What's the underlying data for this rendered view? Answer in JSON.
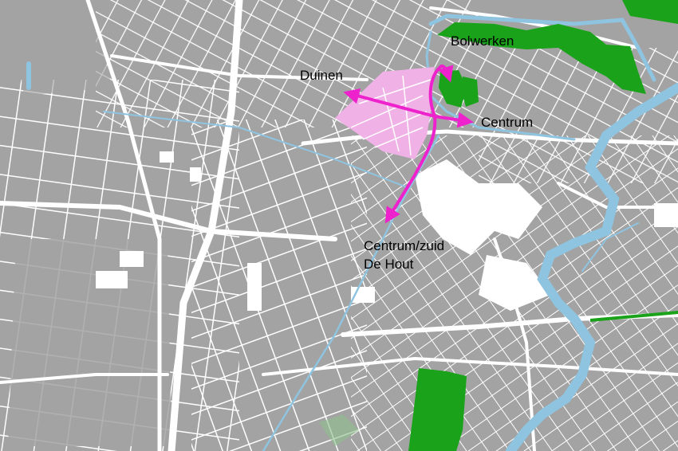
{
  "map": {
    "labels": {
      "bolwerken": "Bolwerken",
      "duinen": "Duinen",
      "centrum": "Centrum",
      "centrum_zuid": "Centrum/zuid",
      "de_hout": "De Hout"
    },
    "colors": {
      "land": "#a3a3a3",
      "street": "#ffffff",
      "water": "#8fc4e0",
      "park": "#1aa21a",
      "highlight_area": "#f0b2e6",
      "route": "#ee22cc",
      "label_text": "#000000"
    }
  }
}
